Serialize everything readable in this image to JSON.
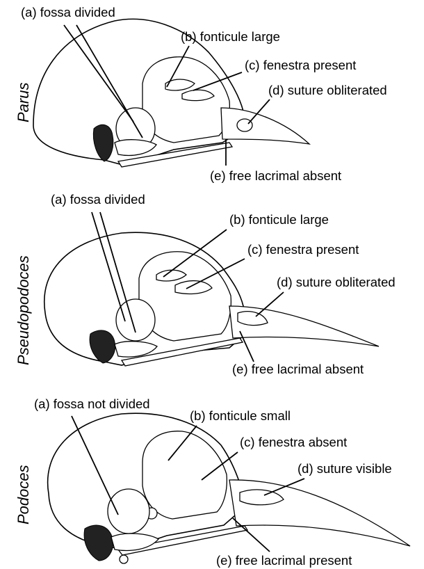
{
  "figure": {
    "panels": [
      {
        "genus": "Parus",
        "labels": {
          "a": "(a) fossa divided",
          "b": "(b) fonticule large",
          "c": "(c) fenestra present",
          "d": "(d) suture obliterated",
          "e": "(e) free lacrimal absent"
        }
      },
      {
        "genus": "Pseudopodoces",
        "labels": {
          "a": "(a) fossa divided",
          "b": "(b) fonticule large",
          "c": "(c) fenestra present",
          "d": "(d) suture obliterated",
          "e": "(e) free lacrimal absent"
        }
      },
      {
        "genus": "Podoces",
        "labels": {
          "a": "(a) fossa not divided",
          "b": "(b) fonticule small",
          "c": "(c) fenestra absent",
          "d": "(d) suture visible",
          "e": "(e) free lacrimal present"
        }
      }
    ]
  }
}
